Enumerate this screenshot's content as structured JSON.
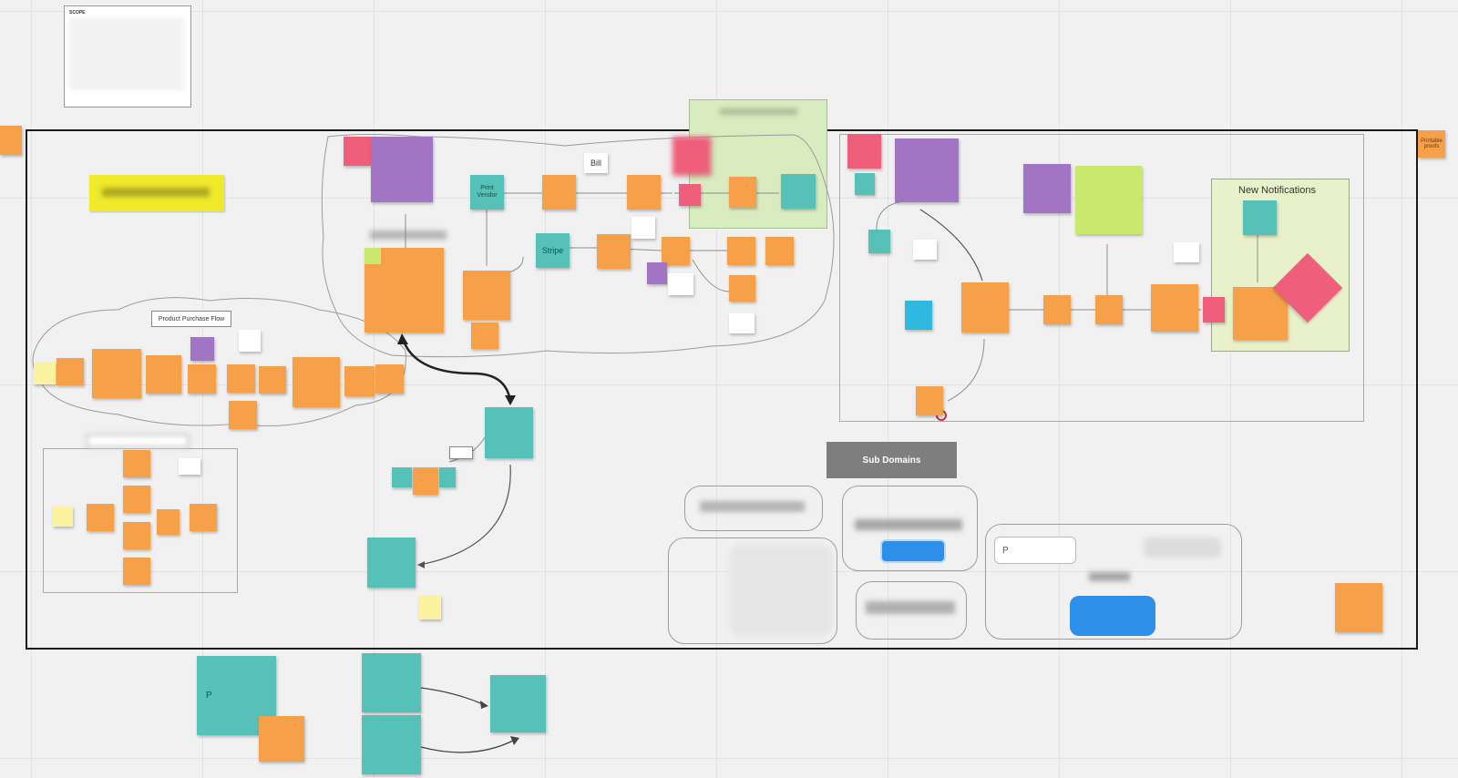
{
  "canvas": {
    "notes_card_title": "SCOPE",
    "bill_label": "Bill",
    "print_vendor_label": "Print\nVendor",
    "stripe_label": "Stripe",
    "new_notifications_title": "New Notifications",
    "sub_domains_label": "Sub Domains",
    "product_purchase_flow_label": "Product Purchase Flow",
    "printable_text": "Printable\nproofs",
    "small_note_1": "P",
    "small_note_2": "P"
  },
  "colors": {
    "orange": "#f7a04a",
    "teal": "#55c1b8",
    "purple": "#a275c4",
    "pink": "#ef5e7a",
    "yellow_label": "#f1ea2a",
    "green_region": "#d9ecbf",
    "sub_domains_header": "#7e7e7e",
    "blue_button": "#2e8fe8"
  }
}
